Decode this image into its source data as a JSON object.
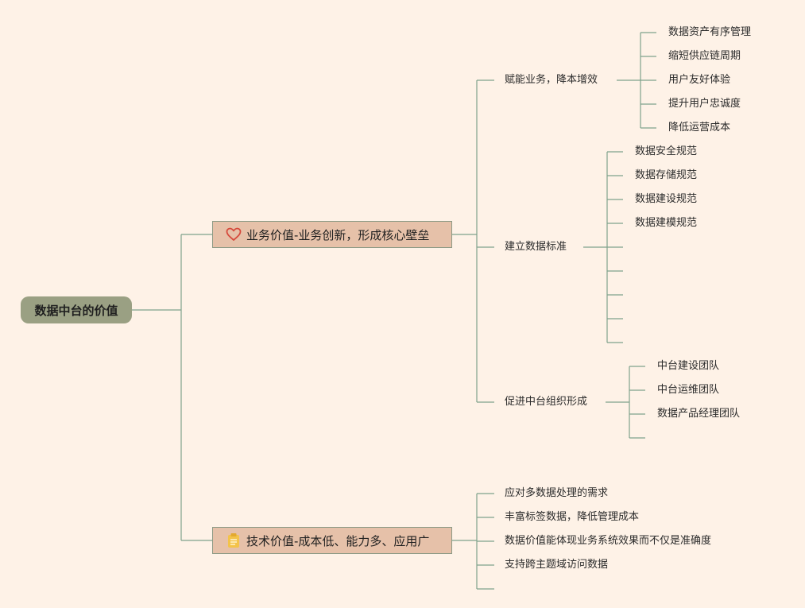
{
  "root": {
    "label": "数据中台的价值"
  },
  "business": {
    "label": "业务价值-业务创新，形成核心壁垒",
    "icon": "heart-icon",
    "children": [
      {
        "label": "赋能业务，降本增效",
        "items": [
          "数据资产有序管理",
          "缩短供应链周期",
          "用户友好体验",
          "提升用户忠诚度",
          "降低运营成本"
        ]
      },
      {
        "label": "建立数据标准",
        "items": [
          "数据安全规范",
          "数据存储规范",
          "数据建设规范",
          "数据建模规范",
          "",
          "",
          "",
          "",
          ""
        ]
      },
      {
        "label": "促进中台组织形成",
        "items": [
          "中台建设团队",
          "中台运维团队",
          "数据产品经理团队",
          ""
        ]
      }
    ]
  },
  "tech": {
    "label": "技术价值-成本低、能力多、应用广",
    "icon": "clipboard-icon",
    "items": [
      "应对多数据处理的需求",
      "丰富标签数据，降低管理成本",
      "数据价值能体现业务系统效果而不仅是准确度",
      "支持跨主题域访问数据",
      ""
    ]
  },
  "colors": {
    "line": "#7fa28b",
    "background": "#fef2e7",
    "root": "#9aa083",
    "main": "#e6c1a9"
  }
}
